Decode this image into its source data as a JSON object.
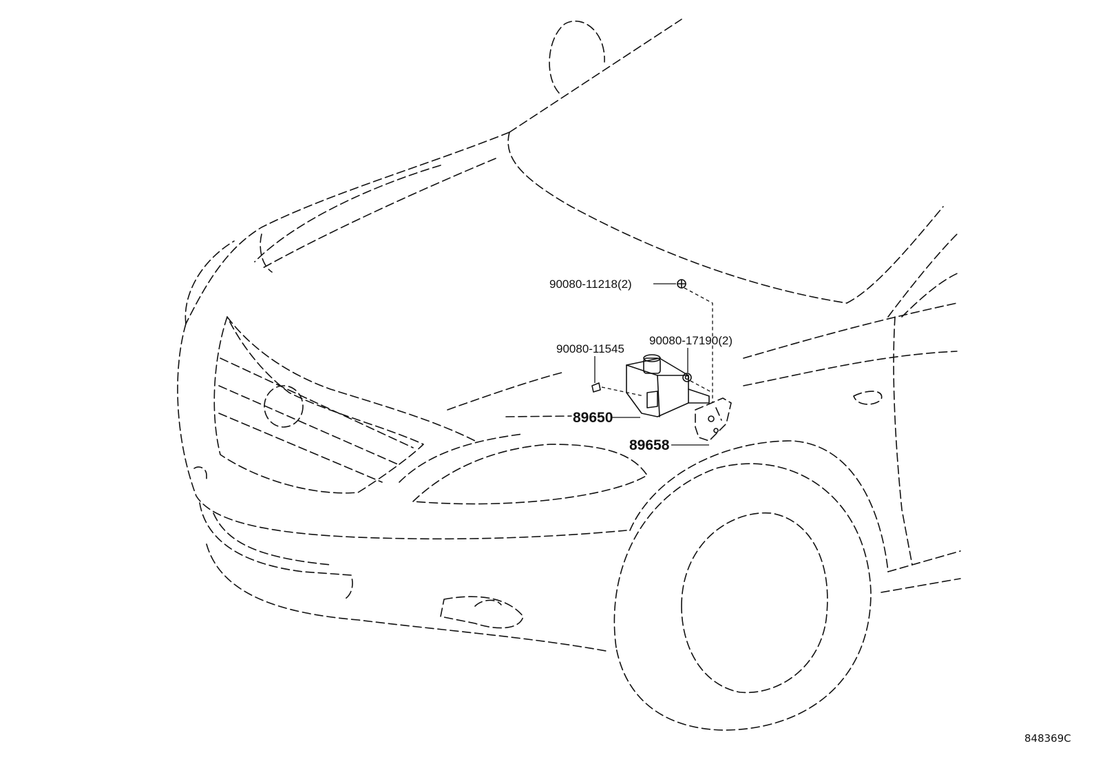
{
  "callouts": {
    "bolt_upper": "90080-11218(2)",
    "bolt_left": "90080-11545",
    "nut_right": "90080-17190(2)",
    "sensor": "89650",
    "bracket": "89658"
  },
  "illustration_id": "848369C"
}
